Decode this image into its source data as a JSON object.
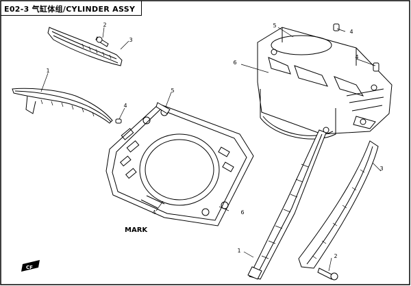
{
  "title": "E02-3 气缸体组/CYLINDER ASSY",
  "mark_label": "MARK",
  "callouts": [
    {
      "id": "c1a",
      "label": "1"
    },
    {
      "id": "c2a",
      "label": "2"
    },
    {
      "id": "c3a",
      "label": "3"
    },
    {
      "id": "c4a",
      "label": "4"
    },
    {
      "id": "c5a",
      "label": "5"
    },
    {
      "id": "c4b",
      "label": "4"
    },
    {
      "id": "c6a",
      "label": "6"
    },
    {
      "id": "c5b",
      "label": "5"
    },
    {
      "id": "c4c",
      "label": "4"
    },
    {
      "id": "c6b",
      "label": "6"
    },
    {
      "id": "c4d",
      "label": "4"
    },
    {
      "id": "c3b",
      "label": "3"
    },
    {
      "id": "c1b",
      "label": "1"
    },
    {
      "id": "c2b",
      "label": "2"
    }
  ],
  "logo_text": "CF"
}
